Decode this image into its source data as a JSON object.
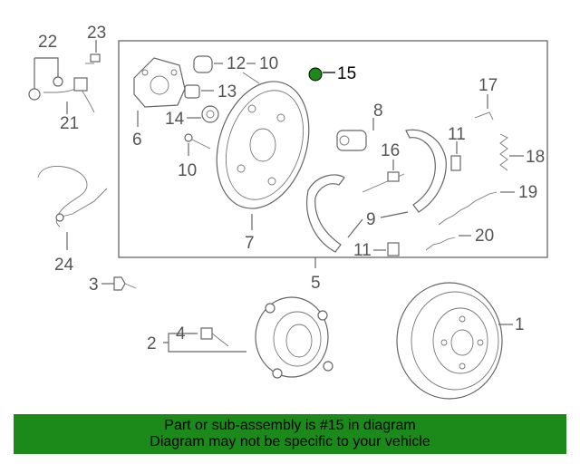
{
  "diagram": {
    "callouts": {
      "c1": "1",
      "c2": "2",
      "c3": "3",
      "c4": "4",
      "c5": "5",
      "c6": "6",
      "c7": "7",
      "c8": "8",
      "c9": "9",
      "c10a": "10",
      "c10b": "10",
      "c11a": "11",
      "c11b": "11",
      "c12": "12",
      "c13": "13",
      "c14": "14",
      "c15": "15",
      "c16": "16",
      "c17": "17",
      "c18": "18",
      "c19": "19",
      "c20": "20",
      "c21": "21",
      "c22": "22",
      "c23": "23",
      "c24": "24"
    },
    "highlight_color": "#1b8a1b"
  },
  "banner": {
    "line1": "Part or sub-assembly is #15 in diagram",
    "line2": "Diagram may not be specific to your vehicle",
    "bg_color": "#1b8a1b"
  }
}
